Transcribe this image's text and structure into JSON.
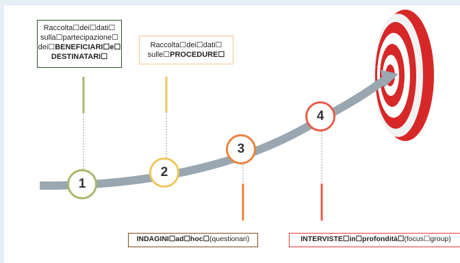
{
  "steps": [
    {
      "number": "1",
      "color": "#a7b86a"
    },
    {
      "number": "2",
      "color": "#f0c75c"
    },
    {
      "number": "3",
      "color": "#e8823a"
    },
    {
      "number": "4",
      "color": "#e85a4a"
    }
  ],
  "labels": {
    "box1": {
      "l1": "Raccolta☐dei☐dati☐",
      "l2": "sulla☐partecipazione☐",
      "l3a": "dei☐",
      "l3b": "BENEFICIARI☐e☐",
      "l4": "DESTINATARI☐"
    },
    "box2": {
      "l1": "Raccolta☐dei☐dati☐",
      "l2a": "sulle☐",
      "l2b": "PROCEDURE☐"
    },
    "box3": {
      "bold": "INDAGINI☐ad☐hoc☐",
      "rest": "(questionari)"
    },
    "box4": {
      "bold": "INTERVISTE☐in☐profondità☐",
      "rest": "(focus☐group)"
    }
  },
  "colors": {
    "arrow": "#9aa7b0",
    "target_red": "#d62828",
    "target_white": "#ffffff",
    "stem_green": "#a7b86a",
    "stem_yellow": "#f0c75c",
    "stem_orange": "#e8823a",
    "stem_red": "#e85a4a"
  }
}
